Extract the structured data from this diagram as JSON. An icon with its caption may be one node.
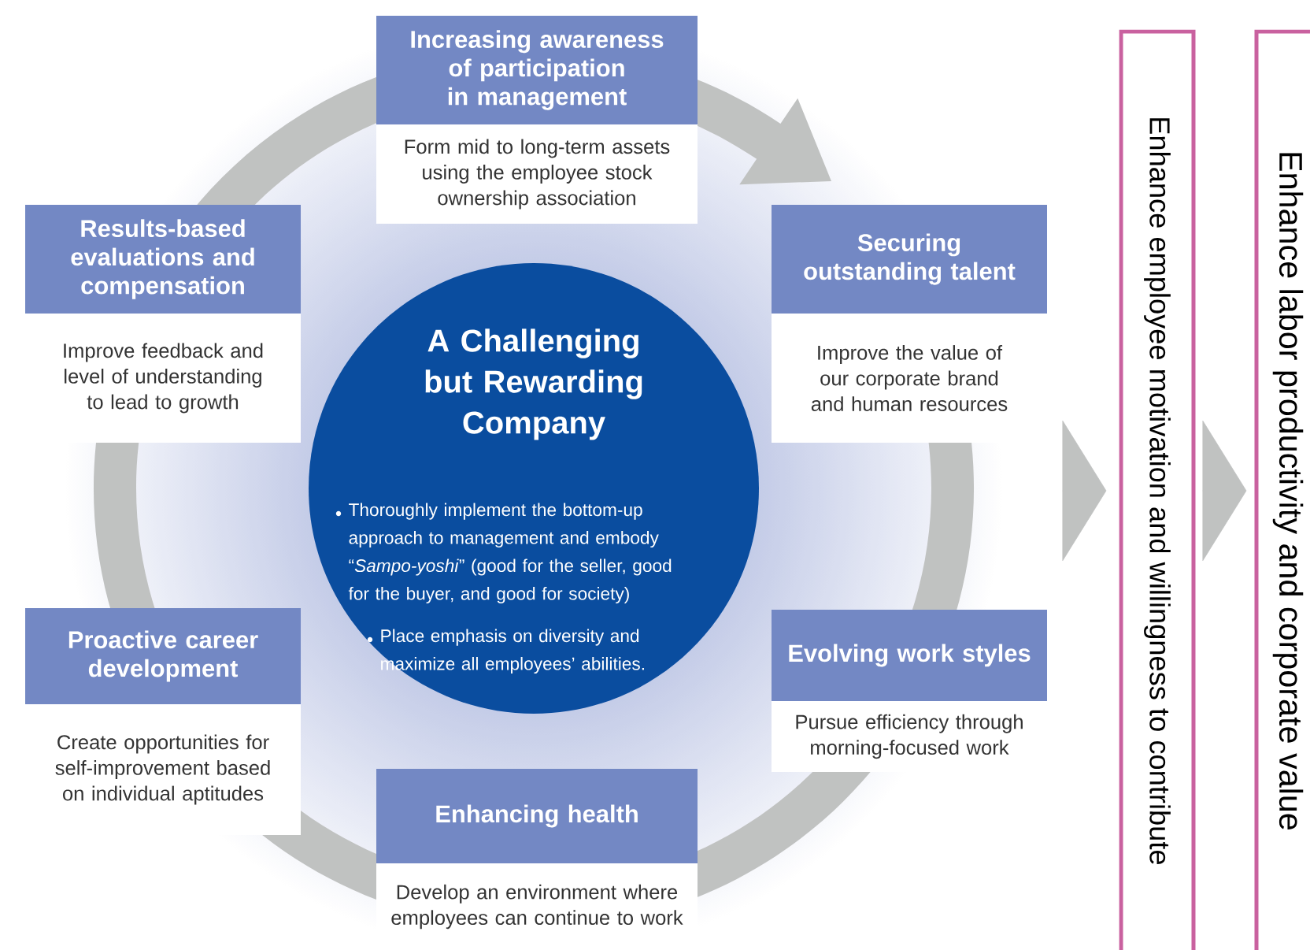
{
  "diagram": {
    "nodes": [
      {
        "text": [
          "A Challenging but Rewarding Company",
          "Thoroughly implement the bottom-up approach to management and embody “*Sampo-yoshi*” (good for the seller, good for the buyer, and good for society)",
          "Place emphasis on diversity and maximize all employees’ abilities."
        ]
      },
      {
        "text": [
          "Increasing awareness of participation in management",
          "Form mid to long-term assets using the employee stock ownership association"
        ]
      },
      {
        "text": [
          "Securing outstanding talent",
          "Improve the value of our corporate brand and human resources"
        ]
      },
      {
        "text": [
          "Evolving work styles",
          "Pursue efficiency through morning-focused work"
        ]
      },
      {
        "text": [
          "Enhancing health",
          "Develop an environment where employees can continue to work"
        ]
      },
      {
        "text": [
          "Proactive career development",
          "Create opportunities for self-improvement based on individual aptitudes"
        ]
      },
      {
        "text": [
          "Results-based evaluations and compensation",
          "Improve feedback and level of understanding to lead to growth"
        ]
      },
      {
        "text": [
          "Enhance employee motivation and willingness to contribute"
        ]
      },
      {
        "text": [
          "Enhance labor productivity and corporate value"
        ]
      }
    ],
    "edges": [
      {
        "from": null,
        "to": 2,
        "arrow": "to"
      },
      {
        "from": null,
        "to": 7,
        "arrow": "to"
      },
      {
        "from": 7,
        "to": 8,
        "arrow": "to"
      }
    ]
  }
}
